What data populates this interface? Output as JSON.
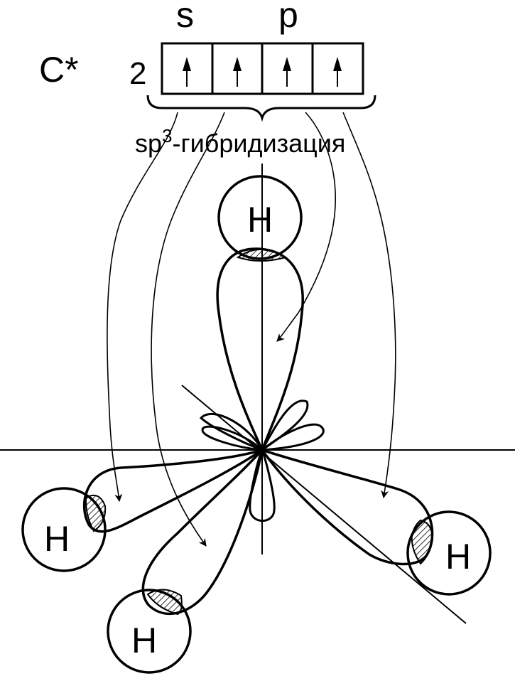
{
  "config": {
    "atom_label": "C*",
    "level_number": "2",
    "s_label": "s",
    "p_label": "p",
    "hybrid_prefix": "sp",
    "hybrid_superscript": "3",
    "hybrid_suffix": "-гибридизация",
    "electrons": [
      "↑",
      "↑",
      "↑",
      "↑"
    ]
  },
  "atoms": [
    {
      "name": "hydrogen-top",
      "label": "H"
    },
    {
      "name": "hydrogen-left",
      "label": "H"
    },
    {
      "name": "hydrogen-bottom",
      "label": "H"
    },
    {
      "name": "hydrogen-right",
      "label": "H"
    }
  ]
}
